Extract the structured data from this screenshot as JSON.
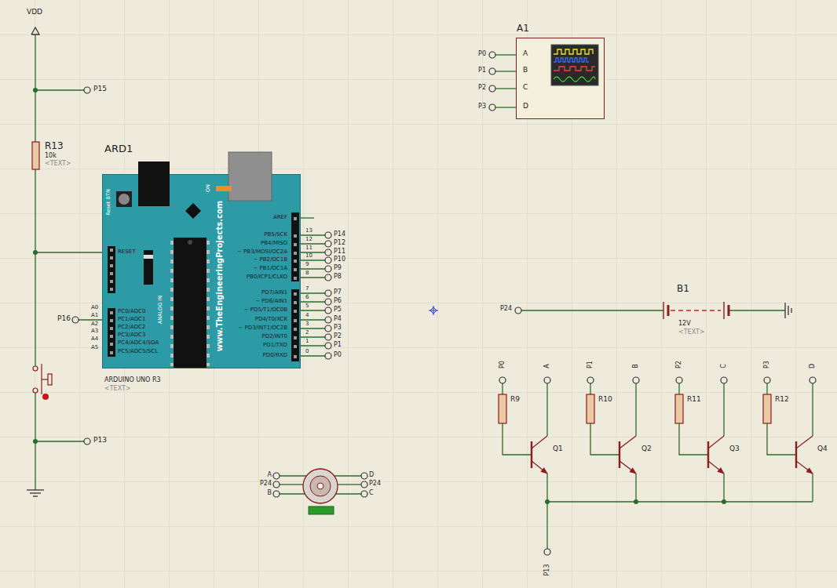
{
  "diagram": {
    "nodes": [
      {
        "text": [
          "ARD1",
          "ARDUINO UNO R3",
          "<TEXT>"
        ]
      },
      {
        "text": [
          "A1",
          "A",
          "B",
          "C",
          "D"
        ]
      }
    ],
    "labels": [
      "VDD",
      "P15",
      "R13",
      "10k",
      "<TEXT>",
      "P16",
      "P13",
      "Reset BTN",
      "ON",
      "www.TheEngineeringProjects.com",
      "ANALOG IN",
      "RESET",
      "AREF",
      "PB5/SCK",
      "PB4/MISO",
      "~ PB3/MOSI/OC2A",
      "~ PB2/OC1B",
      "~ PB1/OC1A",
      "PB0/ICP1/CLKO",
      "PD7/AIN1",
      "~ PD6/AIN1",
      "~ PD5/T1/OC0B",
      "PD4/T0/XCK",
      "~ PD3/INT1/OC2B",
      "PD2/INT0",
      "PD1/TXD",
      "PD0/RXD",
      "PC0/ADC0",
      "PC1/ADC1",
      "PC2/ADC2",
      "PC3/ADC3",
      "PC4/ADC4/SDA",
      "PC5/ADC5/SCL",
      "A0",
      "A1",
      "A2",
      "A3",
      "A4",
      "A5",
      "13",
      "12",
      "11",
      "10",
      "9",
      "8",
      "7",
      "6",
      "5",
      "4",
      "3",
      "2",
      "1",
      "0",
      "P14",
      "P12",
      "P11",
      "P10",
      "P9",
      "P8",
      "P7",
      "P6",
      "P5",
      "P4",
      "P3",
      "P2",
      "P1",
      "P0",
      "P0",
      "P1",
      "P2",
      "P3",
      "P24",
      "B1",
      "12V",
      "<TEXT>",
      "P0",
      "A",
      "P1",
      "B",
      "P2",
      "C",
      "P3",
      "D",
      "R9",
      "R10",
      "R11",
      "R12",
      "Q1",
      "Q2",
      "Q3",
      "Q4",
      "P13",
      "A",
      "P24",
      "B",
      "D",
      "P24",
      "C"
    ]
  }
}
